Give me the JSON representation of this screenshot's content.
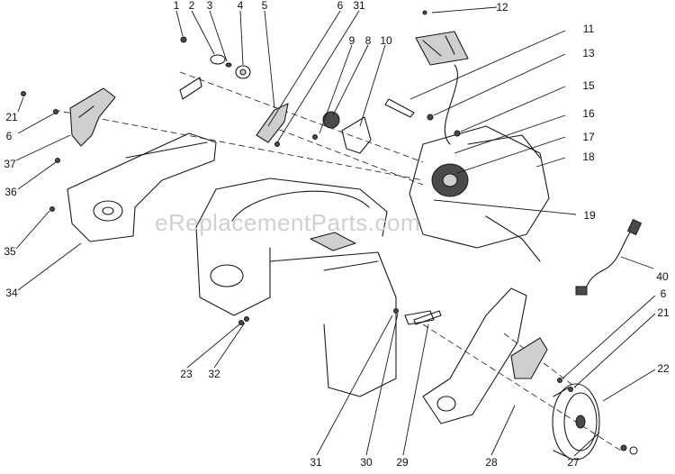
{
  "watermark": "eReplacementParts.com",
  "callouts": [
    {
      "id": "c1",
      "text": "1"
    },
    {
      "id": "c2",
      "text": "2"
    },
    {
      "id": "c3",
      "text": "3"
    },
    {
      "id": "c4",
      "text": "4"
    },
    {
      "id": "c5",
      "text": "5"
    },
    {
      "id": "c6a",
      "text": "6"
    },
    {
      "id": "c31a",
      "text": "31"
    },
    {
      "id": "c9",
      "text": "9"
    },
    {
      "id": "c8",
      "text": "8"
    },
    {
      "id": "c10",
      "text": "10"
    },
    {
      "id": "c12",
      "text": "12"
    },
    {
      "id": "c11",
      "text": "11"
    },
    {
      "id": "c13",
      "text": "13"
    },
    {
      "id": "c15",
      "text": "15"
    },
    {
      "id": "c16",
      "text": "16"
    },
    {
      "id": "c17",
      "text": "17"
    },
    {
      "id": "c18",
      "text": "18"
    },
    {
      "id": "c19",
      "text": "19"
    },
    {
      "id": "c21a",
      "text": "21"
    },
    {
      "id": "c6b",
      "text": "6"
    },
    {
      "id": "c37",
      "text": "37"
    },
    {
      "id": "c36",
      "text": "36"
    },
    {
      "id": "c35",
      "text": "35"
    },
    {
      "id": "c34",
      "text": "34"
    },
    {
      "id": "c23",
      "text": "23"
    },
    {
      "id": "c32",
      "text": "32"
    },
    {
      "id": "c31b",
      "text": "31"
    },
    {
      "id": "c30",
      "text": "30"
    },
    {
      "id": "c29",
      "text": "29"
    },
    {
      "id": "c28",
      "text": "28"
    },
    {
      "id": "c27",
      "text": "27"
    },
    {
      "id": "c22",
      "text": "22"
    },
    {
      "id": "c21b",
      "text": "21"
    },
    {
      "id": "c6c",
      "text": "6"
    },
    {
      "id": "c40",
      "text": "40"
    }
  ]
}
